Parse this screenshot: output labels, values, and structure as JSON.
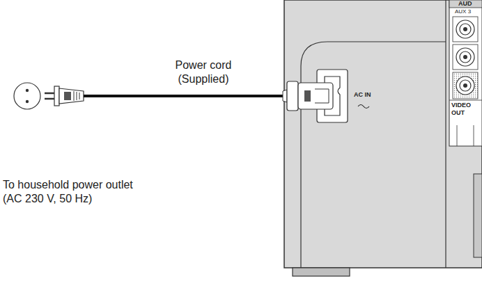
{
  "diagram": {
    "labels": [
      "Power cord (Supplied)",
      "To household power outlet (AC 230 V, 50 Hz)",
      "AC IN",
      "AUD",
      "AUX 3",
      "VIDEO OUT"
    ]
  }
}
